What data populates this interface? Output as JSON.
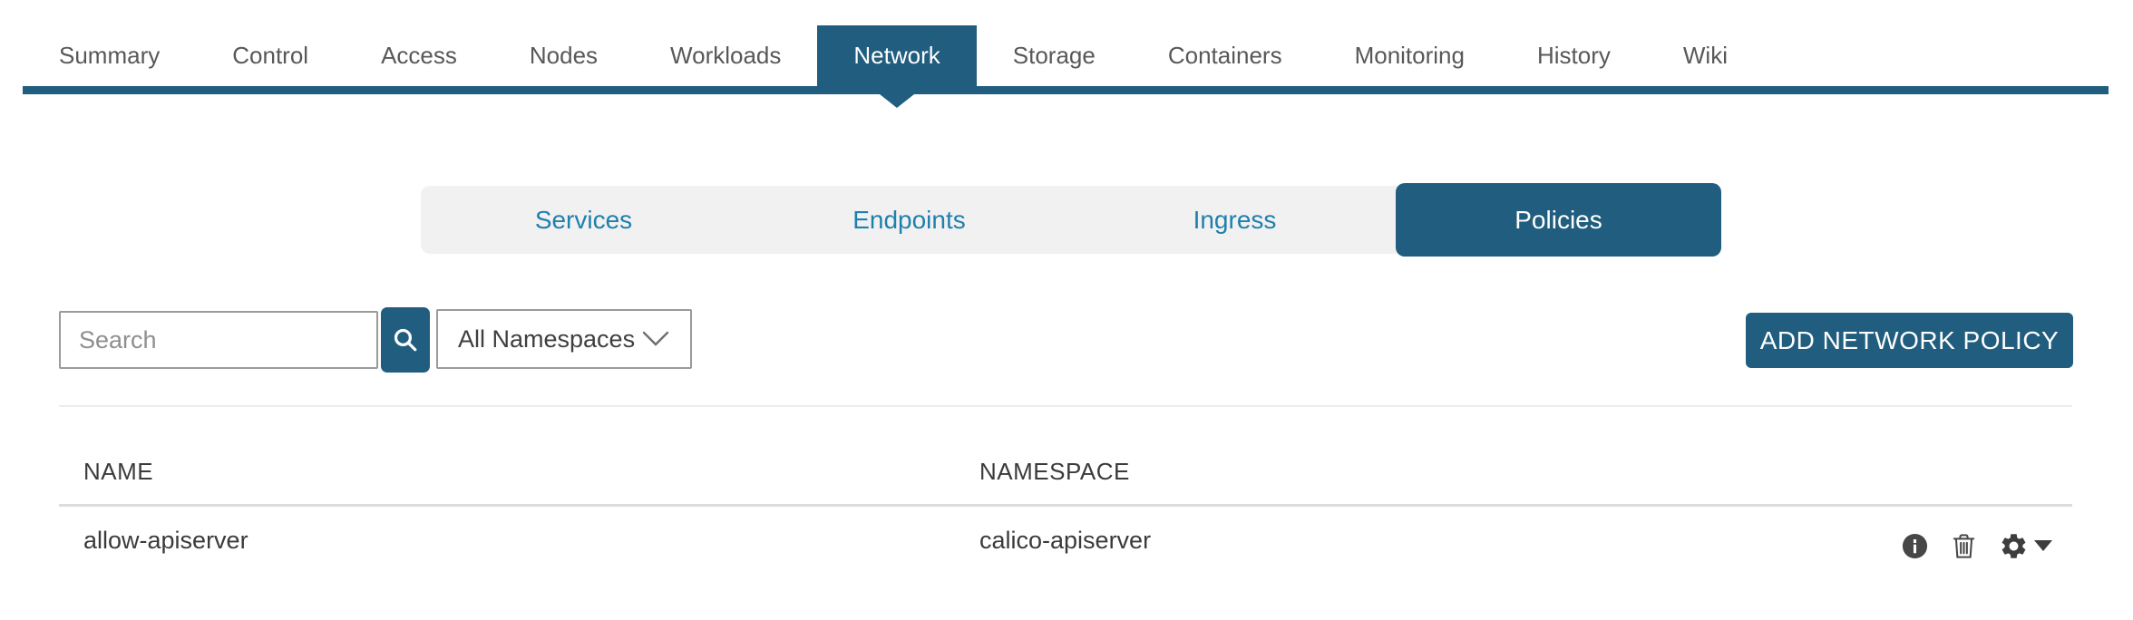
{
  "colors": {
    "accent": "#205d7e",
    "link": "#2080ad"
  },
  "nav": {
    "tabs": [
      {
        "label": "Summary",
        "active": false
      },
      {
        "label": "Control",
        "active": false
      },
      {
        "label": "Access",
        "active": false
      },
      {
        "label": "Nodes",
        "active": false
      },
      {
        "label": "Workloads",
        "active": false
      },
      {
        "label": "Network",
        "active": true
      },
      {
        "label": "Storage",
        "active": false
      },
      {
        "label": "Containers",
        "active": false
      },
      {
        "label": "Monitoring",
        "active": false
      },
      {
        "label": "History",
        "active": false
      },
      {
        "label": "Wiki",
        "active": false
      }
    ]
  },
  "subnav": {
    "tabs": [
      {
        "label": "Services",
        "active": false
      },
      {
        "label": "Endpoints",
        "active": false
      },
      {
        "label": "Ingress",
        "active": false
      },
      {
        "label": "Policies",
        "active": true
      }
    ]
  },
  "toolbar": {
    "search_placeholder": "Search",
    "search_value": "",
    "search_icon": "magnifier-icon",
    "namespace_filter": {
      "selected": "All Namespaces",
      "chevron_icon": "chevron-down-icon"
    },
    "add_button_label": "ADD NETWORK POLICY"
  },
  "table": {
    "columns": [
      "NAME",
      "NAMESPACE"
    ],
    "rows": [
      {
        "name": "allow-apiserver",
        "namespace": "calico-apiserver",
        "actions": [
          "info-icon",
          "trash-icon",
          "gear-icon",
          "caret-down-icon"
        ]
      }
    ]
  }
}
